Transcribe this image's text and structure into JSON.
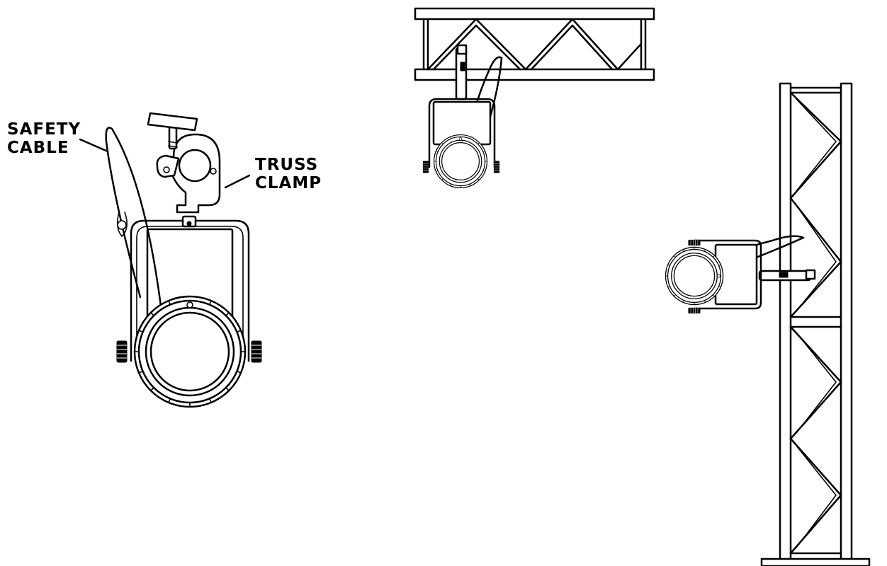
{
  "labels": {
    "safety_line1": "SAFETY",
    "safety_line2": "CABLE",
    "truss_line1": "TRUSS",
    "truss_line2": "CLAMP"
  },
  "colors": {
    "line": "#000000",
    "background": "#ffffff"
  },
  "icons": [
    "light-fixture-front-view",
    "truss-clamp",
    "safety-cable",
    "horizontal-truss-mount",
    "vertical-truss-mount"
  ]
}
